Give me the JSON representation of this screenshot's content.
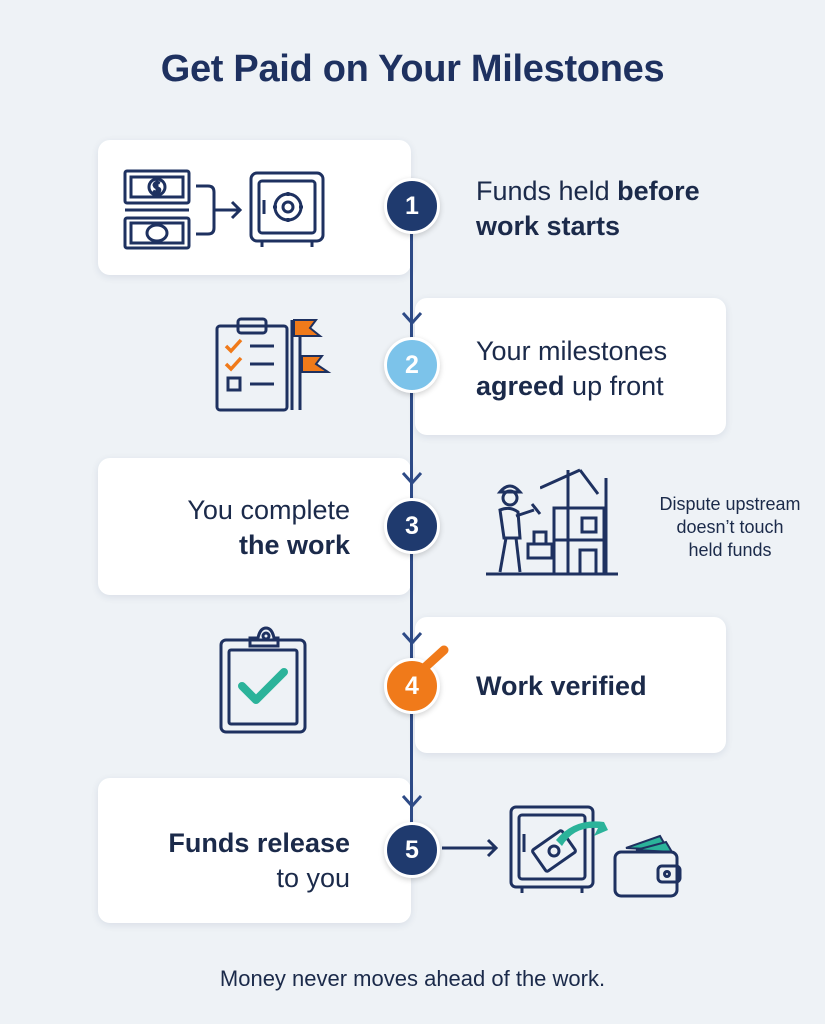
{
  "title": "Get Paid on Your Milestones",
  "steps": [
    {
      "number": "1",
      "text_regular": "Funds held ",
      "text_bold": "before",
      "text_line2": "work starts"
    },
    {
      "number": "2",
      "text_line1": "Your milestones",
      "text_bold": "agreed",
      "text_regular": " up front"
    },
    {
      "number": "3",
      "text_line1": "You complete",
      "text_bold": "the work"
    },
    {
      "number": "4",
      "text_bold": "Work verified"
    },
    {
      "number": "5",
      "text_bold_line1": "Funds release",
      "text_line2": "to you"
    }
  ],
  "note": {
    "line1": "Dispute upstream",
    "line2": "doesn’t touch",
    "line3": "held funds"
  },
  "footer": "Money never moves ahead of the work.",
  "colors": {
    "navy": "#1f3a6e",
    "light_blue": "#7cc3ea",
    "orange": "#f07a1a",
    "teal": "#2bb39a"
  },
  "icons": [
    "money-icon",
    "safe-icon",
    "checklist-icon",
    "flag-icon",
    "worker-icon",
    "building-icon",
    "clipboard-check-icon",
    "wallet-icon"
  ]
}
